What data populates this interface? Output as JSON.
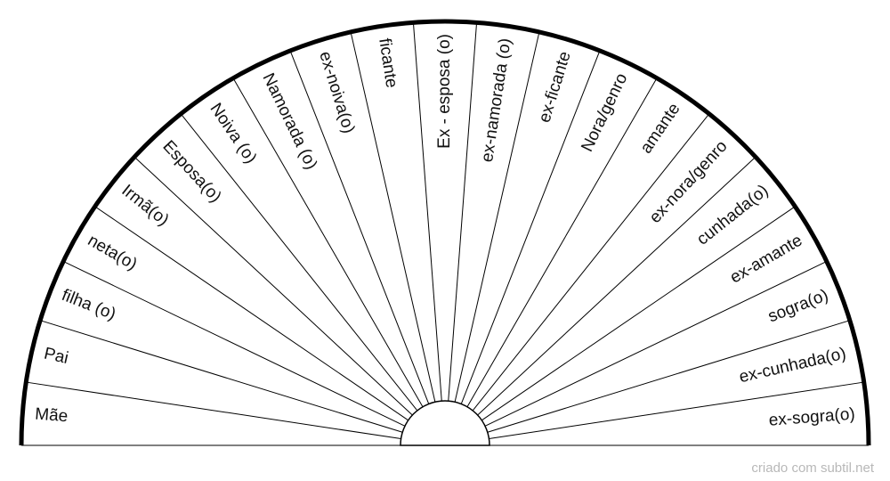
{
  "chart_data": {
    "type": "pie",
    "shape": "semicircle",
    "categories": [
      "Mãe",
      "Pai",
      "filha (o)",
      "neta(o)",
      "Irmã(o)",
      "Esposa(o)",
      "Noiva (o)",
      "Namorada (o)",
      "ex-noiva(o)",
      "ficante",
      "Ex - esposa (o)",
      "ex-namorada (o)",
      "ex-ficante",
      "Nora/genro",
      "amante",
      "ex-nora/genro",
      "cunhada(o)",
      "ex-amante",
      "sogra(o)",
      "ex-cunhada(o)",
      "ex-sogra(o)"
    ],
    "values": [
      1,
      1,
      1,
      1,
      1,
      1,
      1,
      1,
      1,
      1,
      1,
      1,
      1,
      1,
      1,
      1,
      1,
      1,
      1,
      1,
      1
    ]
  },
  "footer": {
    "credit": "criado com subtil.net"
  }
}
